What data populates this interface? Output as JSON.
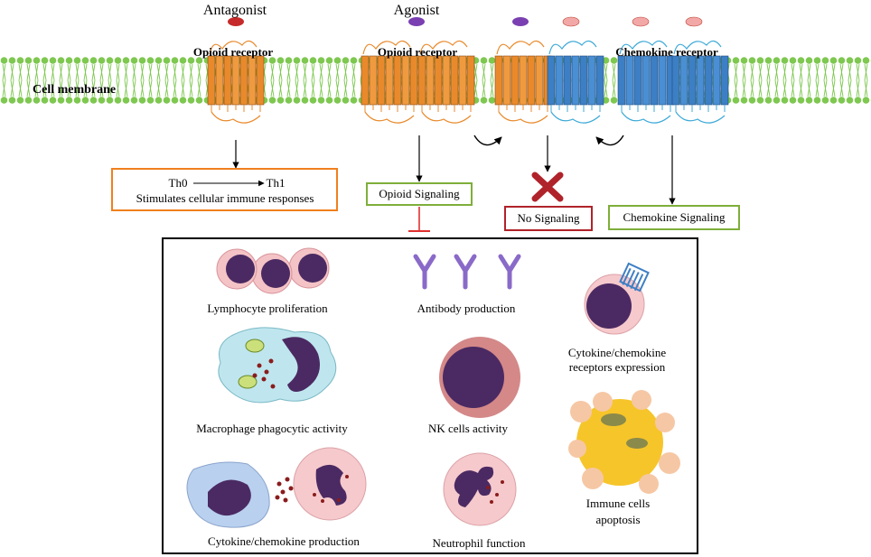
{
  "membrane": {
    "label": "Cell membrane"
  },
  "top": {
    "antagonist_label": "Antagonist",
    "agonist_label": "Agonist",
    "opioid_receptor_left": "Opioid receptor",
    "opioid_receptor_right": "Opioid receptor",
    "chemokine_receptor": "Chemokine receptor"
  },
  "boxes": {
    "th0": "Th0",
    "th1": "Th1",
    "th_desc": "Stimulates cellular immune responses",
    "opioid_signaling": "Opioid Signaling",
    "no_signaling": "No Signaling",
    "chemokine_signaling": "Chemokine Signaling"
  },
  "panel": {
    "lymphocyte": "Lymphocyte proliferation",
    "antibody": "Antibody production",
    "cytokine_receptors_1": "Cytokine/chemokine",
    "cytokine_receptors_2": "receptors expression",
    "macrophage": "Macrophage phagocytic activity",
    "nk": "NK cells activity",
    "cytokine_production": "Cytokine/chemokine production",
    "neutrophil": "Neutrophil function",
    "apoptosis_1": "Immune cells",
    "apoptosis_2": "apoptosis"
  },
  "colors": {
    "membrane_green": "#7ec850",
    "opioid_orange": "#e88a2c",
    "chemokine_blue": "#3d7fc4",
    "box_orange": "#f07f1d",
    "box_green": "#7fae3a",
    "box_red": "#b0232a",
    "cell_purple": "#4b2a63",
    "cell_pink": "#f2b8bc"
  }
}
